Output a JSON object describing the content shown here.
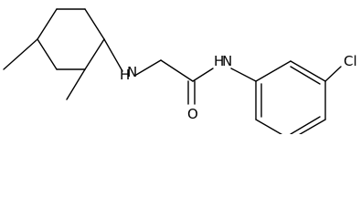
{
  "molecule": {
    "atom_labels": {
      "amine_nh": "H",
      "amine_n": "N",
      "amide_nh": "H",
      "amide_n": "N",
      "carbonyl_o": "O",
      "chloro": "Cl"
    }
  }
}
